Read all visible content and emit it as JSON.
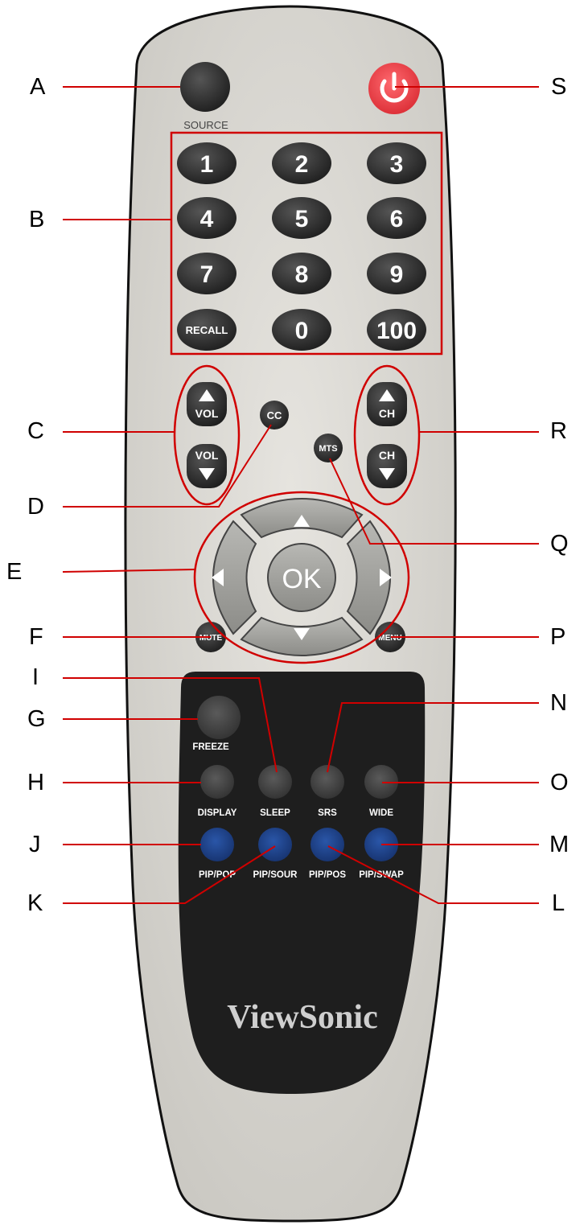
{
  "callouts": {
    "A": "A",
    "B": "B",
    "C": "C",
    "D": "D",
    "E": "E",
    "F": "F",
    "G": "G",
    "H": "H",
    "I": "I",
    "J": "J",
    "K": "K",
    "L": "L",
    "M": "M",
    "N": "N",
    "O": "O",
    "P": "P",
    "Q": "Q",
    "R": "R",
    "S": "S"
  },
  "buttons": {
    "source_label": "SOURCE",
    "numpad": [
      "1",
      "2",
      "3",
      "4",
      "5",
      "6",
      "7",
      "8",
      "9",
      "RECALL",
      "0",
      "100"
    ],
    "vol_label": "VOL",
    "ch_label": "CH",
    "cc": "CC",
    "mts": "MTS",
    "ok": "OK",
    "mute": "MUTE",
    "menu": "MENU",
    "freeze": "FREEZE",
    "display": "DISPLAY",
    "sleep": "SLEEP",
    "srs": "SRS",
    "wide": "WIDE",
    "pip_pop": "PIP/POP",
    "pip_sour": "PIP/SOUR",
    "pip_pos": "PIP/POS",
    "pip_swap": "PIP/SWAP"
  },
  "brand": "ViewSonic",
  "colors": {
    "body": "#d5d3cd",
    "key": "#303030",
    "power": "#e03840",
    "accent_line": "#d00000",
    "panel": "#1e1e1e",
    "blue_key": "#1e3c78"
  }
}
